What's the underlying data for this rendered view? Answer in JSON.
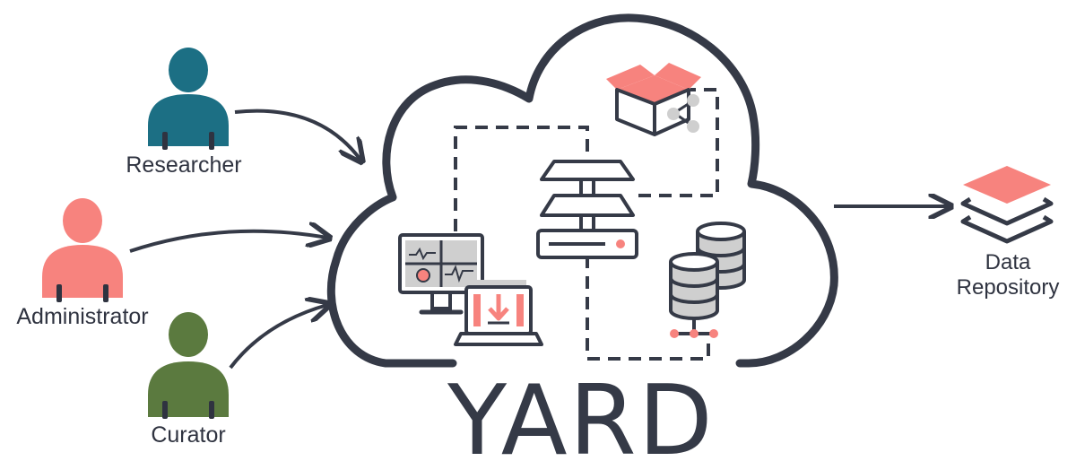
{
  "brand": "YARD",
  "roles": [
    {
      "label": "Researcher",
      "color": "#1c6f84"
    },
    {
      "label": "Administrator",
      "color": "#f7837e"
    },
    {
      "label": "Curator",
      "color": "#5b7a3f"
    }
  ],
  "repository": {
    "label_line1": "Data",
    "label_line2": "Repository"
  },
  "colors": {
    "outline": "#353a47",
    "accent": "#f7837e",
    "neutral": "#cfcfcf"
  }
}
